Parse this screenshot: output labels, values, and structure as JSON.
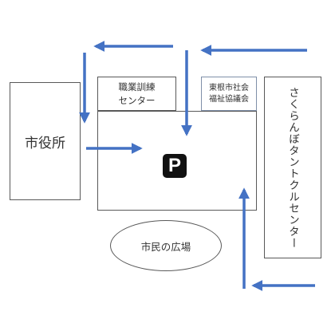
{
  "map": {
    "buildings": {
      "city_hall": "市役所",
      "training_center": "職業訓練\nセンター",
      "welfare_council": "東根市社会\n福祉協議会",
      "sakuranbo_center": "さくらんぼタントクルセンター"
    },
    "plaza": "市民の広場",
    "parking": {
      "symbol": "P",
      "icon": "parking-icon"
    },
    "arrow_color": "#4472c4",
    "arrows": [
      {
        "name": "arrow-top-left-westbound",
        "direction": "left"
      },
      {
        "name": "arrow-left-southbound",
        "direction": "down"
      },
      {
        "name": "arrow-top-right-westbound",
        "direction": "left"
      },
      {
        "name": "arrow-center-southbound",
        "direction": "down"
      },
      {
        "name": "arrow-from-city-hall-eastbound",
        "direction": "right"
      },
      {
        "name": "arrow-bottom-right-northbound",
        "direction": "up"
      },
      {
        "name": "arrow-bottom-right-westbound",
        "direction": "left"
      }
    ]
  }
}
